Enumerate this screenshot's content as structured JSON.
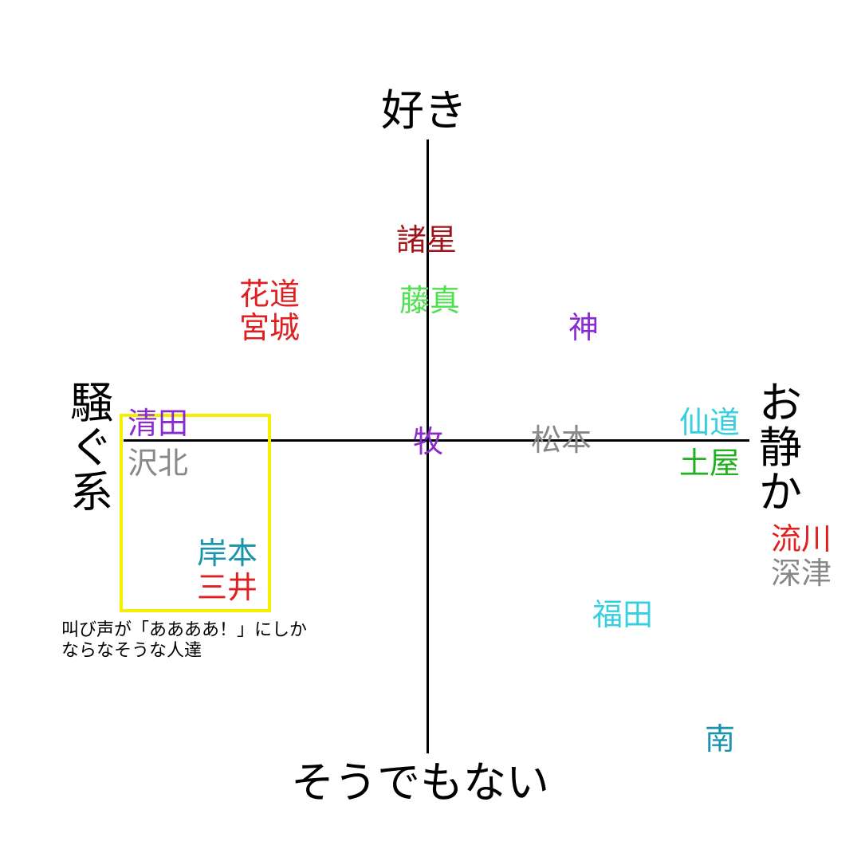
{
  "axes": {
    "top": "好き",
    "bottom": "そうでもない",
    "left": [
      "騒",
      "ぐ",
      "系"
    ],
    "right": [
      "お",
      "静",
      "か"
    ]
  },
  "names": [
    {
      "id": "moroboshi",
      "text": "諸星",
      "color": "#a0131b"
    },
    {
      "id": "hanamichi",
      "text": "花道",
      "color": "#e02020"
    },
    {
      "id": "miyagi",
      "text": "宮城",
      "color": "#e02020"
    },
    {
      "id": "fujima",
      "text": "藤真",
      "color": "#4fe04f"
    },
    {
      "id": "jin",
      "text": "神",
      "color": "#8a2bd0"
    },
    {
      "id": "kiyota",
      "text": "清田",
      "color": "#8a2bd0"
    },
    {
      "id": "sawakita",
      "text": "沢北",
      "color": "#888888"
    },
    {
      "id": "maki",
      "text": "牧",
      "color": "#8a2bd0"
    },
    {
      "id": "matsumoto",
      "text": "松本",
      "color": "#888888"
    },
    {
      "id": "sendoh",
      "text": "仙道",
      "color": "#36cfe0"
    },
    {
      "id": "tsuchiya",
      "text": "土屋",
      "color": "#22b022"
    },
    {
      "id": "nagare",
      "text": "流川",
      "color": "#e02020"
    },
    {
      "id": "fukatsu",
      "text": "深津",
      "color": "#888888"
    },
    {
      "id": "kishimoto",
      "text": "岸本",
      "color": "#1a93ad"
    },
    {
      "id": "mitsui",
      "text": "三井",
      "color": "#e02020"
    },
    {
      "id": "fukuda",
      "text": "福田",
      "color": "#36cfe0"
    },
    {
      "id": "minami",
      "text": "南",
      "color": "#1a93ad"
    }
  ],
  "highlight": {
    "color": "#f5f000",
    "note": [
      "叫び声が「ああああ！」にしか",
      "ならなそうな人達"
    ]
  }
}
